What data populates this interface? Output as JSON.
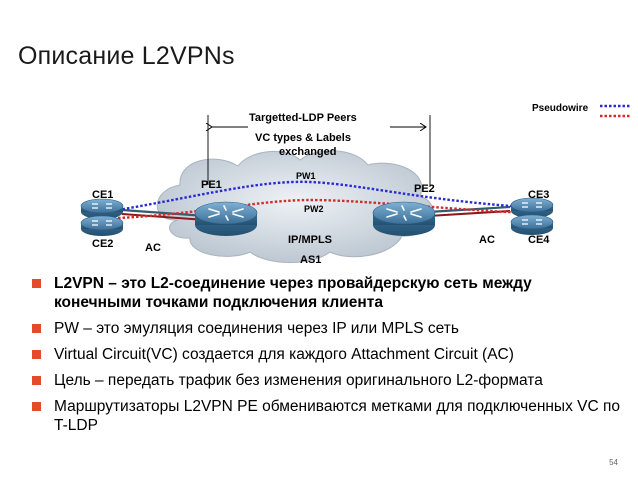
{
  "slide": {
    "title": "Описание L2VPNs",
    "page_number": "54"
  },
  "diagram": {
    "targeted_ldp": "Targetted-LDP Peers",
    "vc_types_line1": "VC types & Labels",
    "vc_types_line2": "exchanged",
    "pseudowire_legend": "Pseudowire",
    "pw1": "PW1",
    "pw2": "PW2",
    "pe1": "PE1",
    "pe2": "PE2",
    "ce1": "CE1",
    "ce2": "CE2",
    "ce3": "CE3",
    "ce4": "CE4",
    "ac_left": "AC",
    "ac_right": "AC",
    "ip_mpls": "IP/MPLS",
    "as1": "AS1",
    "colors": {
      "pw_blue": "#2a2ad4",
      "pw_red": "#d42a2a",
      "router": "#4f86b0",
      "cloud": "#c9d2dc"
    }
  },
  "bullets": [
    {
      "text": "L2VPN – это L2-соединение через провайдерскую сеть между конечными точками подключения клиента",
      "bold": true
    },
    {
      "text": "PW – это эмуляция соединения через IP или MPLS сеть",
      "bold": false
    },
    {
      "text": "Virtual Circuit(VC) создается для каждого Attachment Circuit (AC)",
      "bold": false
    },
    {
      "text": "Цель – передать трафик без изменения оригинального L2-формата",
      "bold": false
    },
    {
      "text": "Маршрутизаторы L2VPN PE обмениваются метками для подключенных VC по T-LDP",
      "bold": false
    }
  ]
}
